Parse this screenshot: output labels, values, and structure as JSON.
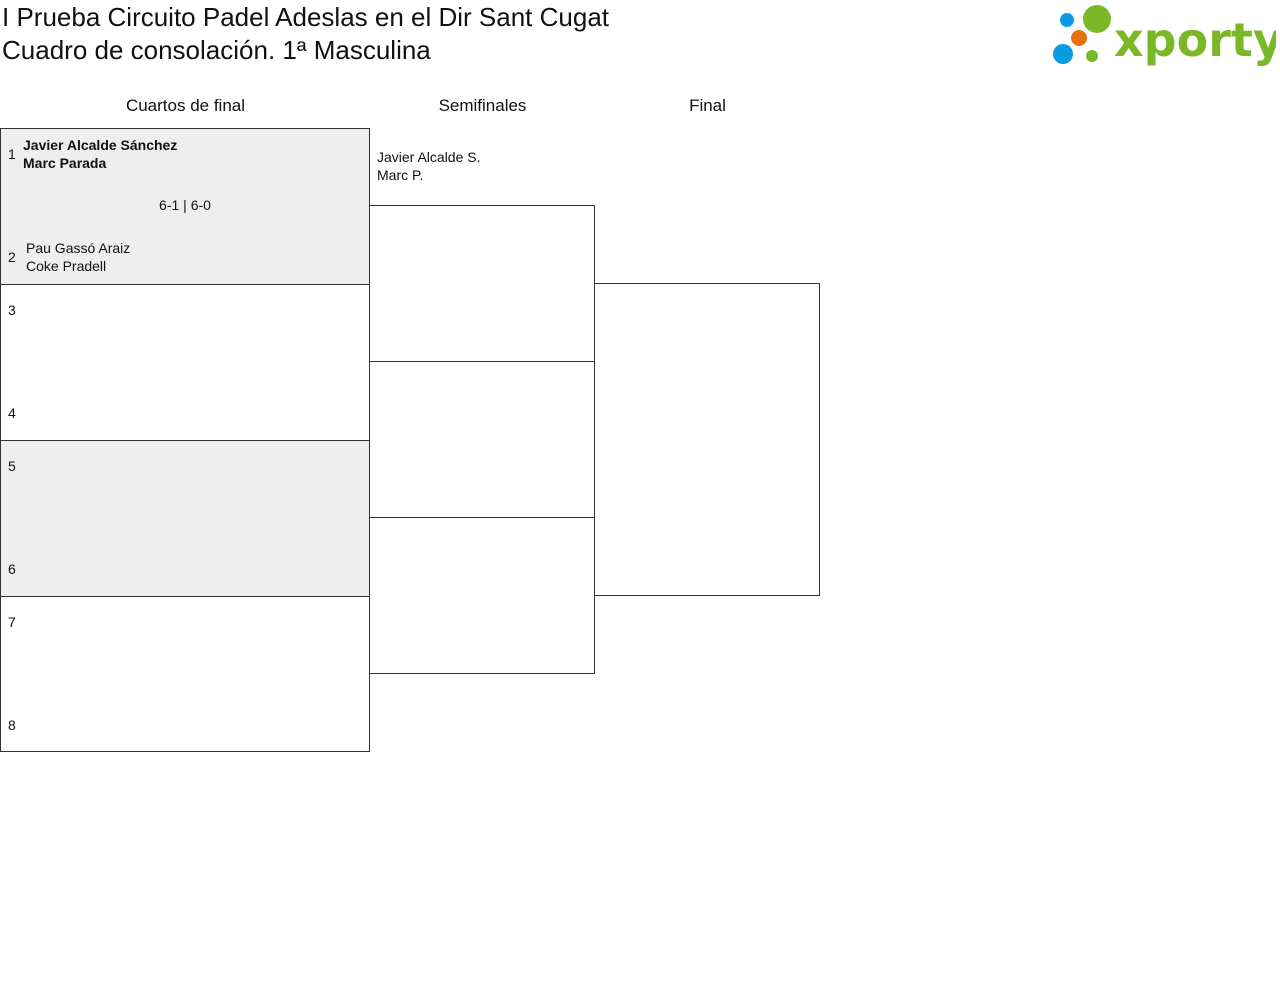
{
  "header": {
    "title": "I Prueba Circuito Padel Adeslas en el Dir Sant Cugat",
    "subtitle": "Cuadro de consolación. 1ª Masculina",
    "logo_text": "xporty"
  },
  "rounds": [
    "Cuartos de final",
    "Semifinales",
    "Final"
  ],
  "quarterfinals": [
    {
      "slot_a": "1",
      "slot_b": "2",
      "team_a": [
        "Javier Alcalde Sánchez",
        "Marc Parada"
      ],
      "team_b": [
        "Pau Gassó Araiz",
        "Coke Pradell"
      ],
      "score": "6-1 | 6-0"
    },
    {
      "slot_a": "3",
      "slot_b": "4"
    },
    {
      "slot_a": "5",
      "slot_b": "6"
    },
    {
      "slot_a": "7",
      "slot_b": "8"
    }
  ],
  "semifinals": [
    {
      "team_a": [
        "Javier Alcalde S.",
        "Marc P."
      ]
    }
  ]
}
